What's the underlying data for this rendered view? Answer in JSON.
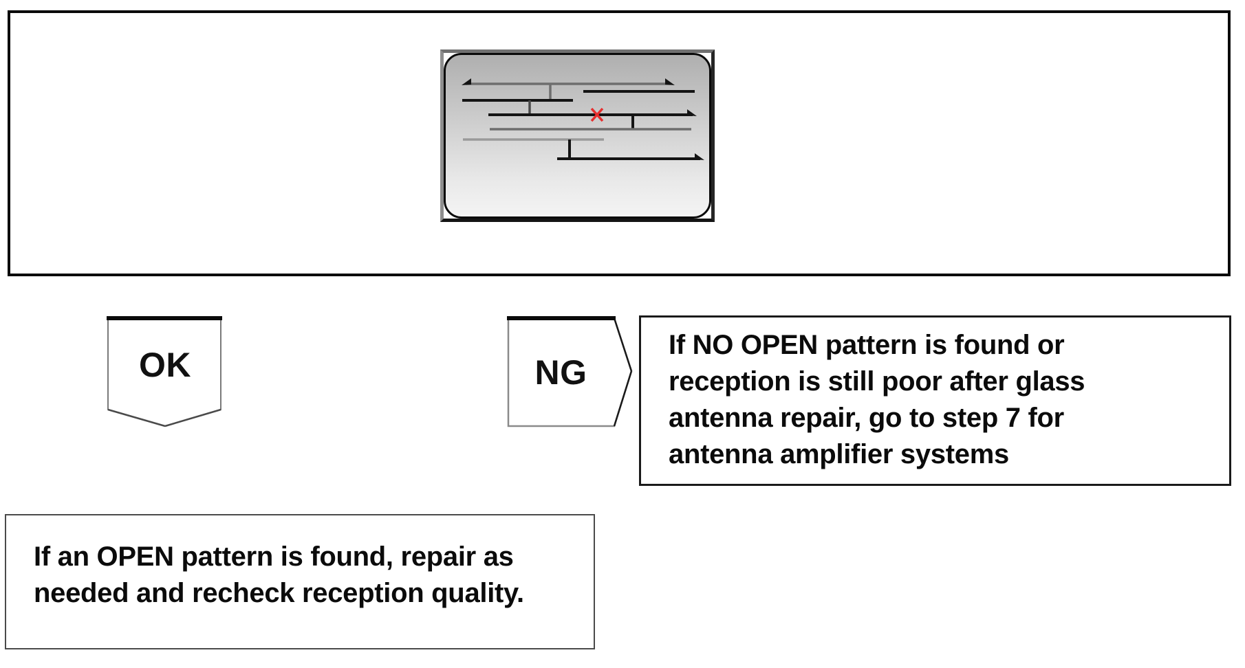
{
  "flowchart": {
    "inspection": {
      "illustration": "rear-window-glass-antenna-pattern",
      "open_point": {
        "symbol": "X",
        "color": "#e62e2e"
      },
      "colors": {
        "line_black": "#141414",
        "line_gray": "#6e6e6e",
        "line_light_gray": "#9a9a9a",
        "glass_border": "#0a0a0a"
      }
    },
    "ok_branch": {
      "label": "OK",
      "note_lines": [
        "If an OPEN pattern is found, repair as",
        "needed and recheck reception quality."
      ]
    },
    "ng_branch": {
      "label": "NG",
      "note_lines": [
        "If NO OPEN pattern is found or",
        "reception is still poor after glass",
        "antenna repair, go to step 7 for",
        "antenna amplifier systems"
      ]
    }
  }
}
